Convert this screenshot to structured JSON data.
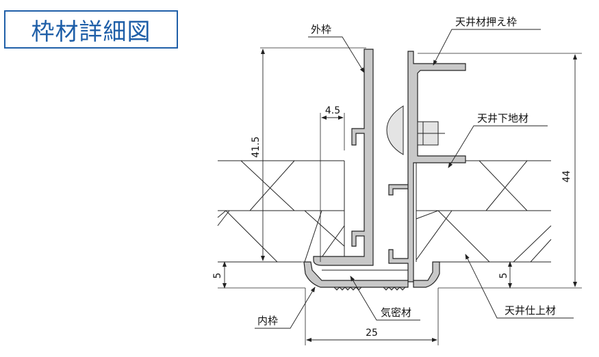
{
  "title": "枠材詳細図",
  "labels": {
    "outer_frame": "外枠",
    "ceiling_press_frame": "天井材押え枠",
    "ceiling_base": "天井下地材",
    "inner_frame": "内枠",
    "airtight": "気密材",
    "ceiling_finish": "天井仕上材"
  },
  "dimensions": {
    "d_4_5": "4.5",
    "d_41_5": "41.5",
    "d_44": "44",
    "d_5_left": "5",
    "d_5_right": "5",
    "d_25": "25"
  },
  "colors": {
    "title": "#1f5fa8",
    "profile_fill": "#c8c8c8",
    "line": "#222222"
  }
}
